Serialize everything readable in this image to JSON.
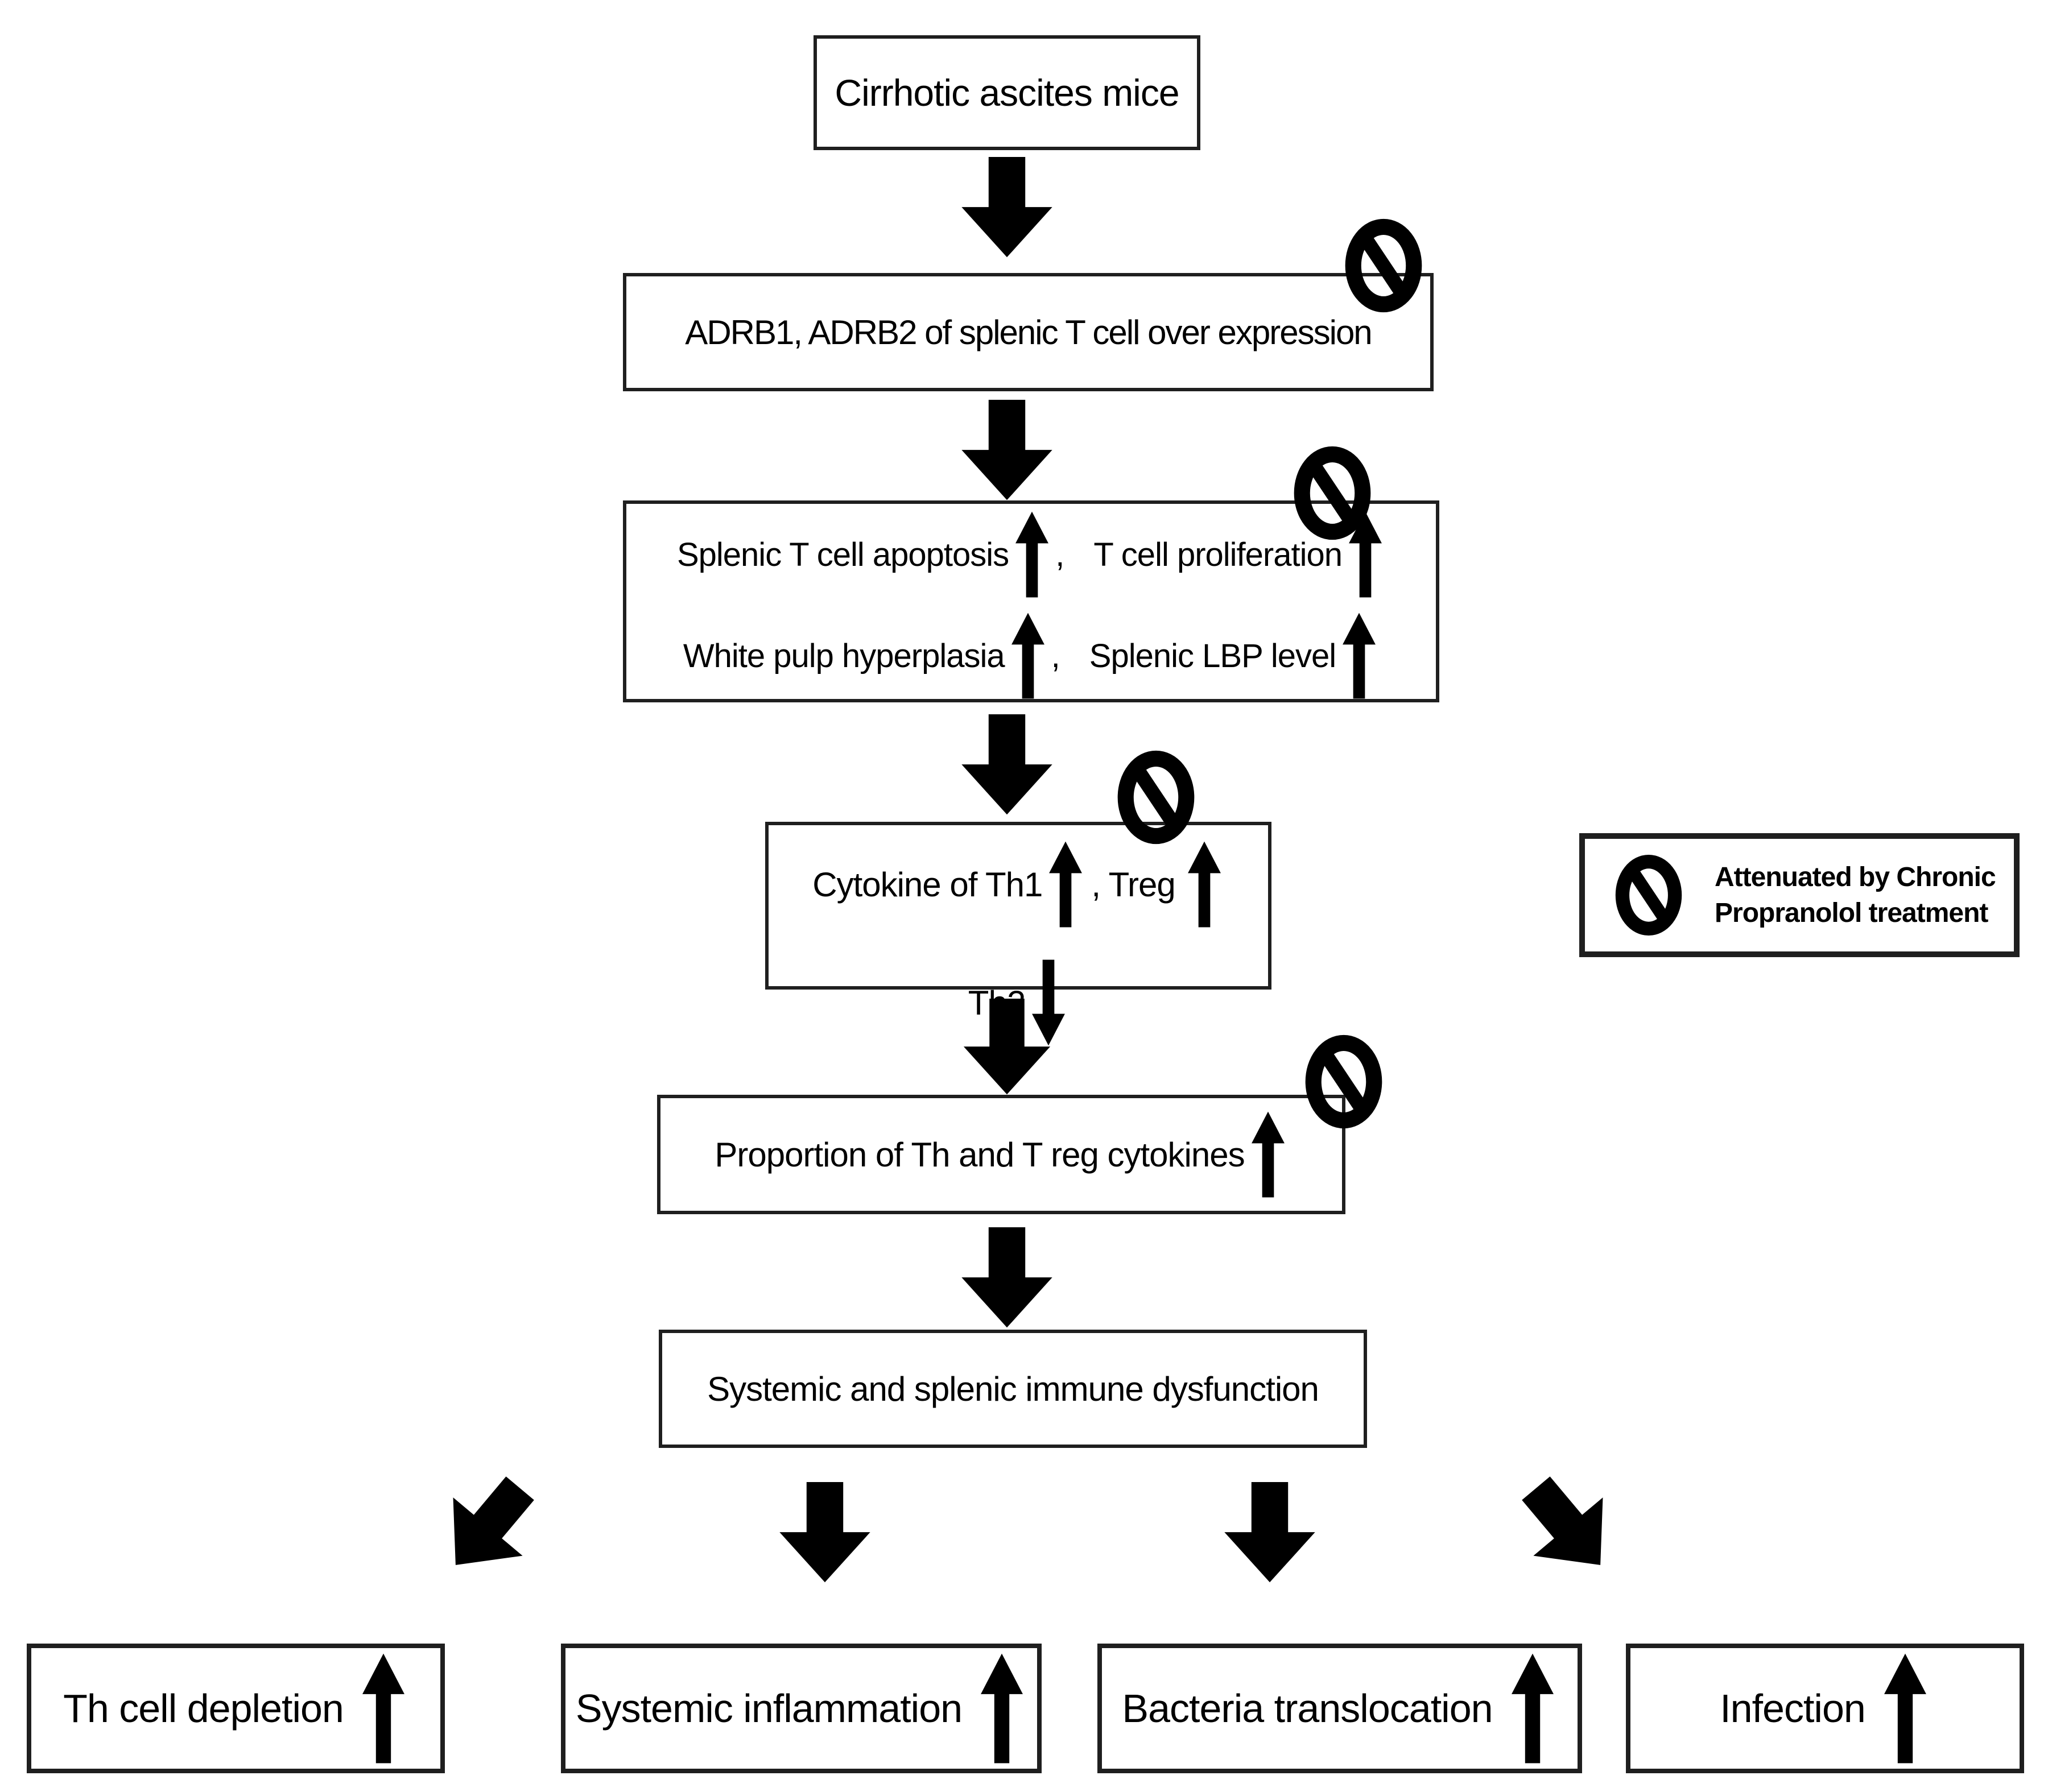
{
  "nodes": {
    "cirrhotic": {
      "label": "Cirrhotic ascites mice"
    },
    "adrb": {
      "label": "ADRB1, ADRB2 of splenic T cell over expression"
    },
    "splenic_effects": {
      "separator": ",",
      "items": [
        {
          "text": "Splenic T cell apoptosis",
          "dir": "up"
        },
        {
          "text": "T cell proliferation",
          "dir": "up"
        },
        {
          "text": "White pulp hyperplasia",
          "dir": "up"
        },
        {
          "text": "Splenic LBP level",
          "dir": "up"
        }
      ]
    },
    "cytokine": {
      "items": [
        {
          "text": "Cytokine of Th1",
          "dir": "up"
        },
        {
          "text": ", Treg",
          "dir": "up"
        },
        {
          "text": "Th2",
          "dir": "down"
        }
      ]
    },
    "proportion": {
      "label": "Proportion of Th and T reg cytokines",
      "dir": "up"
    },
    "dysfunction": {
      "label": "Systemic and splenic immune dysfunction"
    }
  },
  "outcomes": [
    {
      "label": "Th cell depletion",
      "dir": "up"
    },
    {
      "label": "Systemic inflammation",
      "dir": "up"
    },
    {
      "label": "Bacteria translocation",
      "dir": "up"
    },
    {
      "label": "Infection",
      "dir": "up"
    }
  ],
  "legend": {
    "line1": "Attenuated by Chronic",
    "line2": "Propranolol treatment"
  },
  "icons": {
    "prohibition": "attenuated-marker (circle with slash)",
    "up_arrow": "increase",
    "down_arrow": "decrease",
    "flow_arrow": "leads-to"
  },
  "colors": {
    "ink": "#000000",
    "border": "#1f1f1f",
    "background": "#ffffff"
  }
}
